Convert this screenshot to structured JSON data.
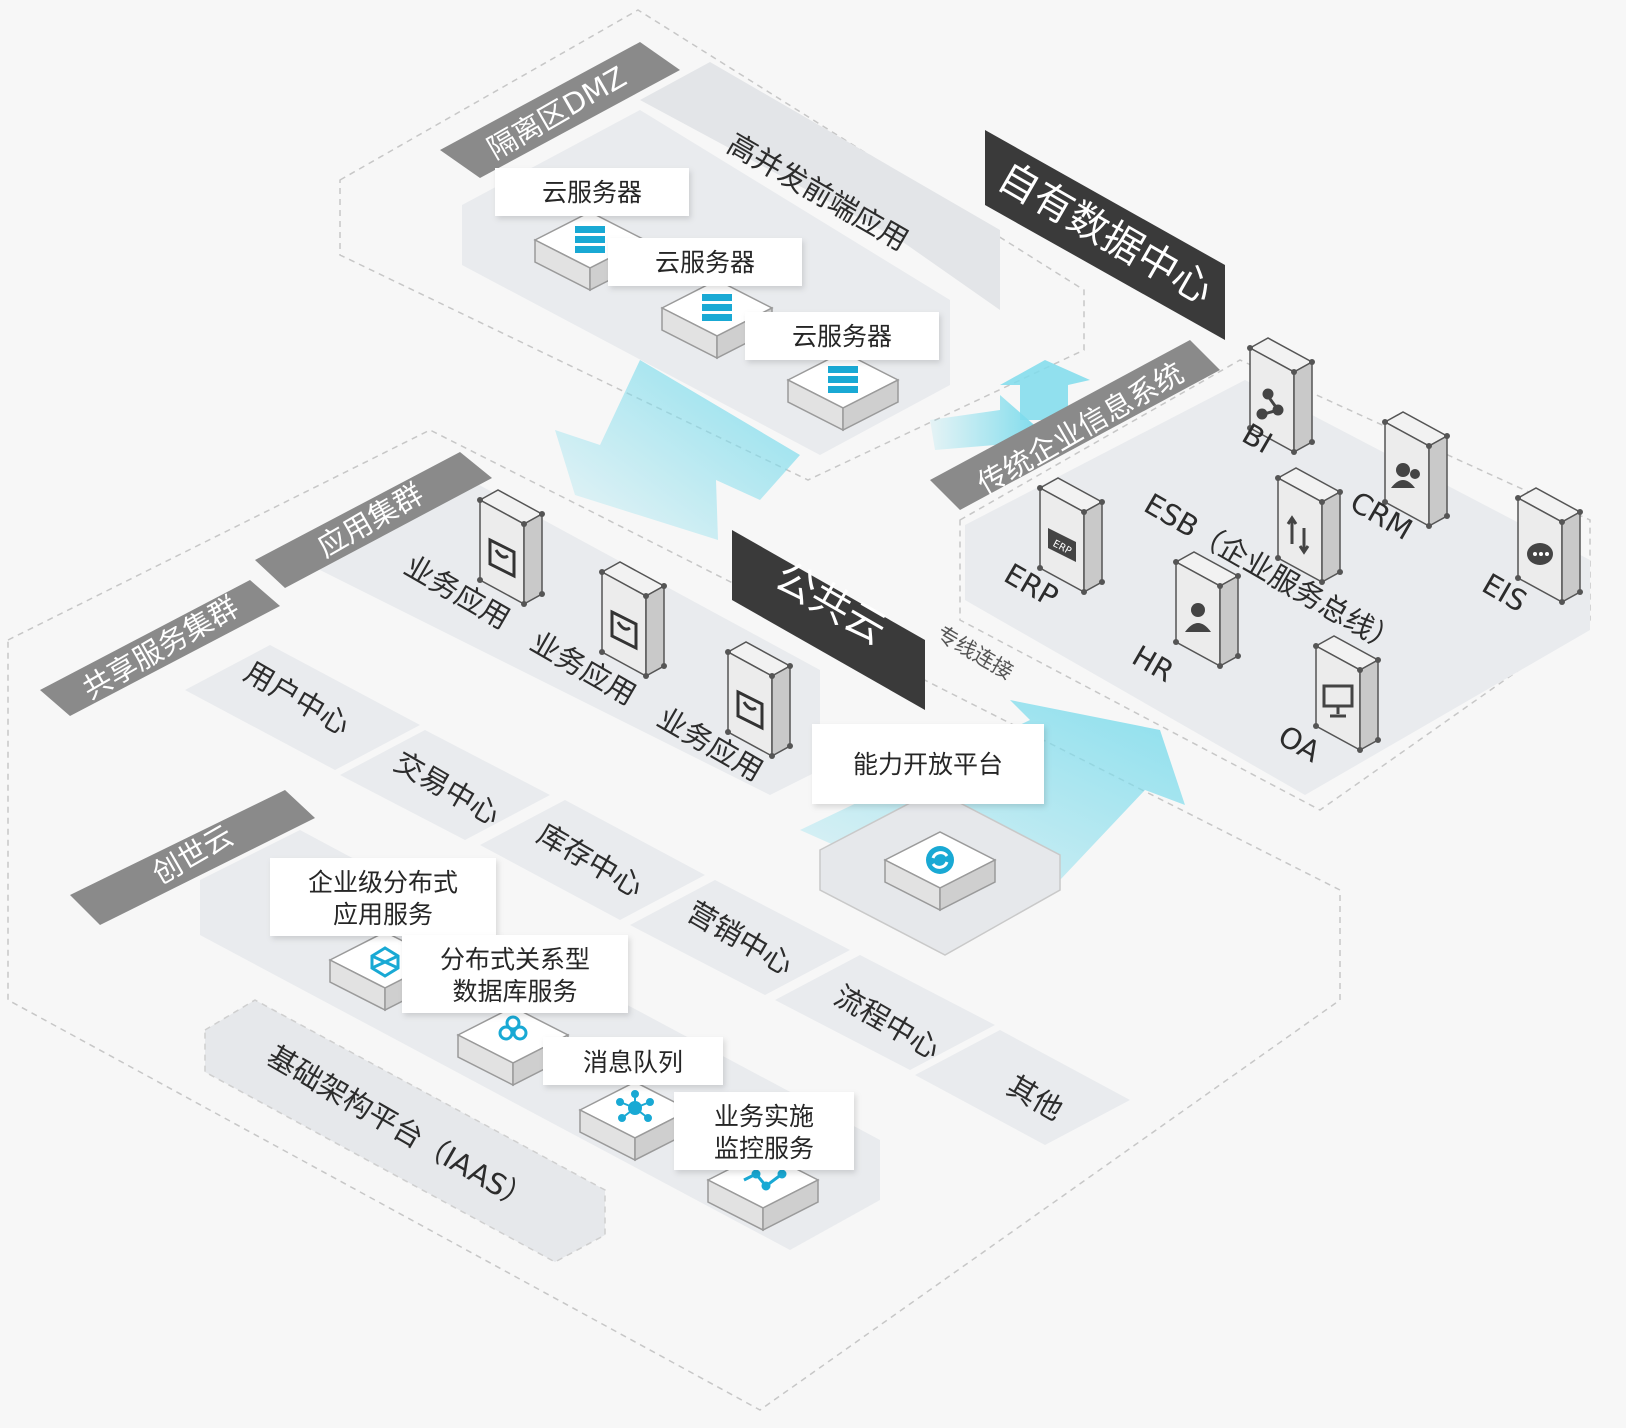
{
  "dmz": {
    "tab": "隔离区DMZ",
    "front_app": "高并发前端应用",
    "servers": [
      "云服务器",
      "云服务器",
      "云服务器"
    ]
  },
  "own_dc": {
    "title": "自有数据中心",
    "legacy_tab": "传统企业信息系统",
    "systems": {
      "bi": "BI",
      "crm": "CRM",
      "esb": "ESB（企业服务总线）",
      "erp": "ERP",
      "eis": "EIS",
      "hr": "HR",
      "oa": "OA"
    },
    "erp_badge": "ERP"
  },
  "public_cloud": {
    "title": "公共云",
    "line_label": "专线连接",
    "open_platform": "能力开放平台"
  },
  "app_cluster": {
    "tab": "应用集群",
    "apps": [
      "业务应用",
      "业务应用",
      "业务应用"
    ]
  },
  "shared_cluster": {
    "tab": "共享服务集群",
    "centers": [
      "用户中心",
      "交易中心",
      "库存中心",
      "营销中心",
      "流程中心",
      "其他"
    ]
  },
  "chuangshi": {
    "tab": "创世云",
    "services": [
      {
        "line1": "企业级分布式",
        "line2": "应用服务"
      },
      {
        "line1": "分布式关系型",
        "line2": "数据库服务"
      },
      {
        "line1": "消息队列",
        "line2": ""
      },
      {
        "line1": "业务实施",
        "line2": "监控服务"
      }
    ],
    "iaas": "基础架构平台（IAAS）"
  },
  "colors": {
    "accent": "#7fdcec",
    "icon": "#19a9d4",
    "tab": "#8a8a8a",
    "dark": "#3a3a3a"
  },
  "icons": [
    "server-stack-icon",
    "shopping-bag-icon",
    "share-network-icon",
    "people-icon",
    "swap-icon",
    "user-icon",
    "chat-icon",
    "monitor-icon",
    "refresh-icon",
    "cube-icon",
    "hexagons-icon",
    "hub-icon",
    "pulse-icon"
  ]
}
